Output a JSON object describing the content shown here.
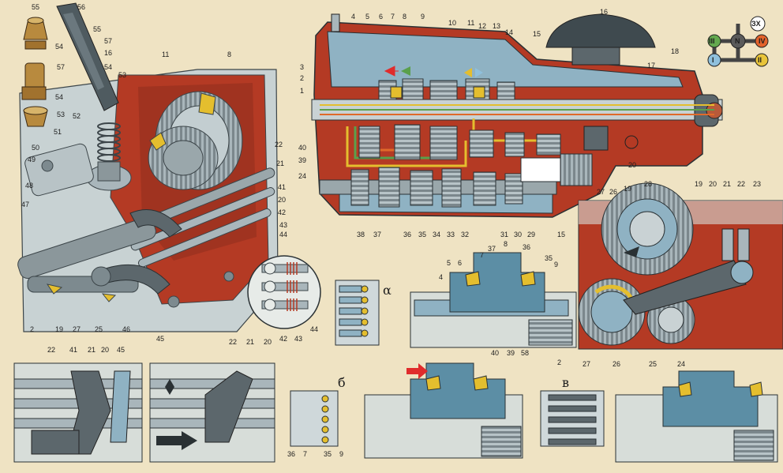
{
  "colors": {
    "background": "#efe3c3",
    "housing_red": "#b43a24",
    "housing_light": "#8fb2c3",
    "steel": "#a9b6bb",
    "dark_steel": "#5c676c",
    "oil_blue": "#7ea6ba",
    "yellow": "#e4be2e",
    "green": "#5aa04c",
    "orange": "#e06a2a",
    "accent_red": "#e02c2c"
  },
  "gear_legend": {
    "gears": [
      {
        "label": "I",
        "color": "#8fc0dc"
      },
      {
        "label": "II",
        "color": "#e8c43a"
      },
      {
        "label": "III",
        "color": "#63a94f"
      },
      {
        "label": "IV",
        "color": "#e3622b"
      },
      {
        "label": "N",
        "color": "#5a5a5a"
      },
      {
        "label": "ЗХ",
        "color": "#ffffff"
      }
    ]
  },
  "section_letters": {
    "a": "α",
    "b": "б",
    "v": "в"
  },
  "callouts": {
    "left": [
      "55",
      "56",
      "55",
      "54",
      "57",
      "16",
      "54",
      "53",
      "57",
      "54",
      "53",
      "51",
      "52",
      "50",
      "49",
      "48",
      "47",
      "11",
      "8",
      "22",
      "21",
      "41",
      "20",
      "42",
      "43",
      "44",
      "2",
      "19",
      "27",
      "25",
      "46",
      "45"
    ],
    "gearbox": [
      "4",
      "5",
      "6",
      "7",
      "8",
      "9",
      "10",
      "11",
      "12",
      "13",
      "14",
      "15",
      "16",
      "17",
      "18",
      "3",
      "2",
      "1",
      "40",
      "39",
      "24",
      "38",
      "37",
      "36",
      "35",
      "34",
      "33",
      "32",
      "31",
      "30",
      "29",
      "20",
      "28",
      "27",
      "26",
      "19"
    ],
    "detail_right": [
      "19",
      "20",
      "21",
      "22",
      "23",
      "15",
      "27",
      "26",
      "25",
      "24"
    ],
    "circle_detail": [
      "22",
      "21",
      "20",
      "42",
      "43",
      "44"
    ],
    "section_a": [
      "8",
      "37",
      "7",
      "36",
      "35",
      "5",
      "6",
      "9",
      "4",
      "40",
      "39",
      "58",
      "2"
    ],
    "bottom_left": [
      "22",
      "41",
      "21",
      "20",
      "45"
    ],
    "section_b": [
      "36",
      "7",
      "35",
      "9"
    ]
  }
}
